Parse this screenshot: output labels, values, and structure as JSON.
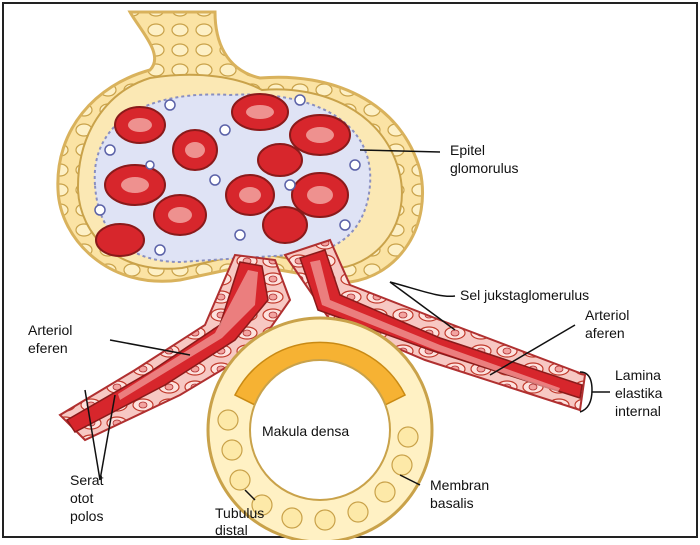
{
  "labels": {
    "epitel": [
      "Epitel",
      "glomorulus"
    ],
    "sel_juksta": "Sel jukstaglomerulus",
    "arteriol_eferen": [
      "Arteriol",
      "eferen"
    ],
    "arteriol_aferen": [
      "Arteriol",
      "aferen"
    ],
    "lamina": [
      "Lamina",
      "elastika",
      "internal"
    ],
    "makula": "Makula densa",
    "membran": [
      "Membran",
      "basalis"
    ],
    "tubulus": [
      "Tubulus",
      "distal"
    ],
    "serat": [
      "Serat",
      "otot",
      "polos"
    ]
  },
  "colors": {
    "capsule_fill": "#fbe3a4",
    "capsule_stroke": "#d9b25c",
    "blood": "#d7262c",
    "blood_light": "#f3a4a1",
    "vessel_wall": "#f7c8c3",
    "mesangium": "#dfe3f5",
    "tubule_cell": "#fff1c4",
    "tubule_ring": "#f6b233",
    "frame": "#222222"
  }
}
